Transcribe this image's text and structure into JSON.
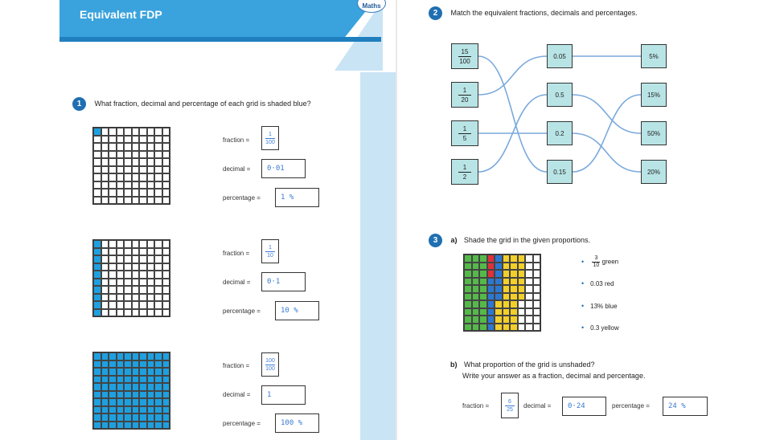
{
  "header": {
    "title": "Equivalent FDP",
    "logo_text": "Maths"
  },
  "q1": {
    "number": "1",
    "text": "What fraction, decimal and percentage of each grid is shaded blue?",
    "labels": {
      "fraction": "fraction =",
      "decimal": "decimal =",
      "percentage": "percentage ="
    },
    "items": [
      {
        "fraction_num": "1",
        "fraction_den": "100",
        "decimal": "0·01",
        "percentage": "1 %",
        "shaded_count": 1,
        "shading": "cell"
      },
      {
        "fraction_num": "1",
        "fraction_den": "10",
        "decimal": "0·1",
        "percentage": "10 %",
        "shaded_count": 10,
        "shading": "column"
      },
      {
        "fraction_num": "100",
        "fraction_den": "100",
        "decimal": "1",
        "percentage": "100 %",
        "shaded_count": 100,
        "shading": "all"
      }
    ]
  },
  "q2": {
    "number": "2",
    "text": "Match the equivalent fractions, decimals and percentages.",
    "fractions": [
      {
        "num": "15",
        "den": "100"
      },
      {
        "num": "1",
        "den": "20"
      },
      {
        "num": "1",
        "den": "5"
      },
      {
        "num": "1",
        "den": "2"
      }
    ],
    "decimals": [
      "0.05",
      "0.5",
      "0.2",
      "0.15"
    ],
    "percentages": [
      "5%",
      "15%",
      "50%",
      "20%"
    ],
    "fraction_to_decimal": [
      3,
      0,
      2,
      1
    ],
    "decimal_to_percentage": [
      0,
      2,
      3,
      1
    ]
  },
  "q3": {
    "number": "3",
    "part_a_label": "a)",
    "part_a_text": "Shade the grid in the given proportions.",
    "legend": [
      {
        "frac_num": "3",
        "frac_den": "10",
        "text": "green"
      },
      {
        "text": "0.03 red"
      },
      {
        "text": "13% blue"
      },
      {
        "text": "0.3 yellow"
      }
    ],
    "part_b_label": "b)",
    "part_b_text": "What proportion of the grid is unshaded?",
    "part_b_sub": "Write your answer as a fraction, decimal and percentage.",
    "answer": {
      "fraction_label": "fraction =",
      "fraction_num": "6",
      "fraction_den": "25",
      "decimal_label": "decimal =",
      "decimal": "0·24",
      "percentage_label": "percentage =",
      "percentage": "24 %"
    }
  },
  "colors": {
    "brand_blue": "#3aa3dd",
    "shade_blue": "#1ea0e0",
    "card_teal": "#b9e4e6",
    "handwriting": "#3a7bd5"
  }
}
